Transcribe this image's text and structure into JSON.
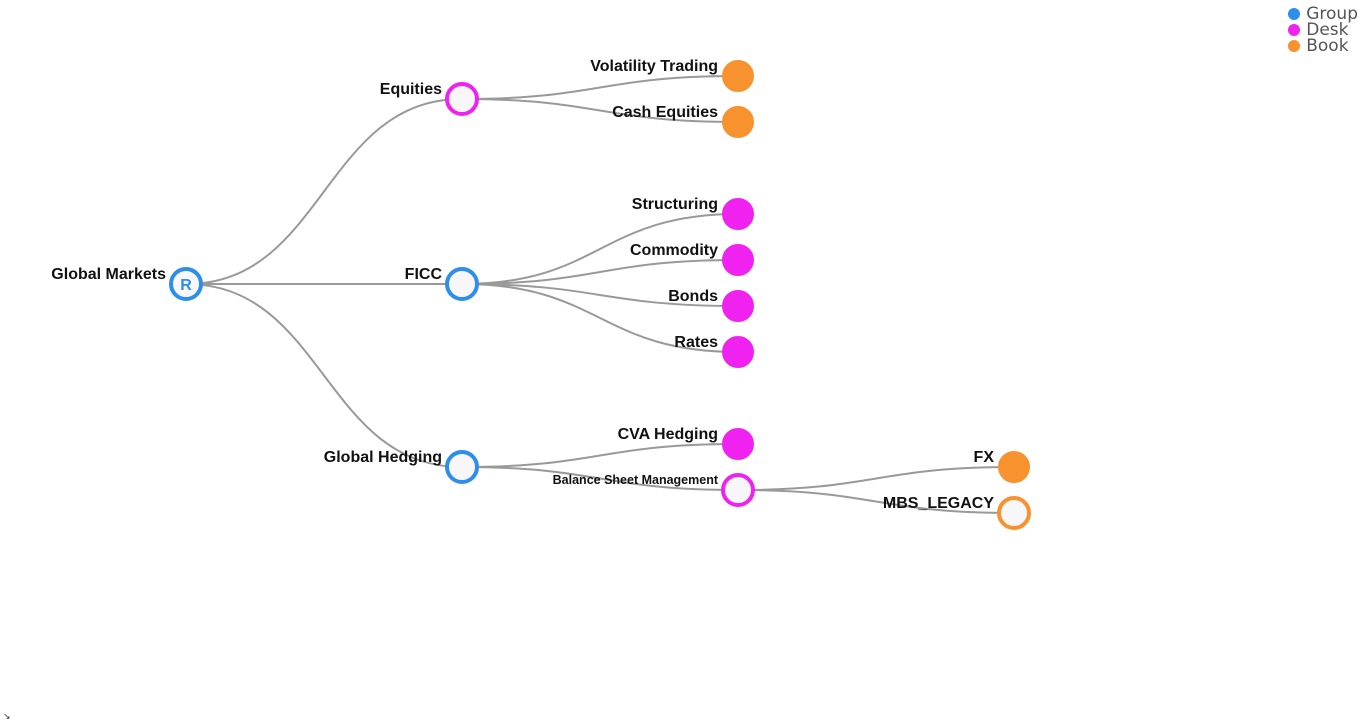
{
  "legend": [
    {
      "label": "Group",
      "type": "group"
    },
    {
      "label": "Desk",
      "type": "desk"
    },
    {
      "label": "Book",
      "type": "book"
    }
  ],
  "colors": {
    "group": "#2E8FEA",
    "desk": "#F022F0",
    "book": "#F7922E",
    "link": "#999999",
    "empty_fill": "#F7F7FA"
  },
  "tree": {
    "root": {
      "id": "global-markets",
      "label": "Global Markets",
      "type": "group",
      "filled": false,
      "marker": "R"
    },
    "nodes": [
      {
        "id": "equities",
        "label": "Equities",
        "type": "desk",
        "filled": false,
        "parent": "global-markets"
      },
      {
        "id": "ficc",
        "label": "FICC",
        "type": "group",
        "filled": false,
        "parent": "global-markets"
      },
      {
        "id": "global-hedging",
        "label": "Global Hedging",
        "type": "group",
        "filled": false,
        "parent": "global-markets"
      },
      {
        "id": "volatility-trading",
        "label": "Volatility Trading",
        "type": "book",
        "filled": true,
        "parent": "equities"
      },
      {
        "id": "cash-equities",
        "label": "Cash Equities",
        "type": "book",
        "filled": true,
        "parent": "equities"
      },
      {
        "id": "structuring",
        "label": "Structuring",
        "type": "desk",
        "filled": true,
        "parent": "ficc"
      },
      {
        "id": "commodity",
        "label": "Commodity",
        "type": "desk",
        "filled": true,
        "parent": "ficc"
      },
      {
        "id": "bonds",
        "label": "Bonds",
        "type": "desk",
        "filled": true,
        "parent": "ficc"
      },
      {
        "id": "rates",
        "label": "Rates",
        "type": "desk",
        "filled": true,
        "parent": "ficc"
      },
      {
        "id": "cva-hedging",
        "label": "CVA Hedging",
        "type": "desk",
        "filled": true,
        "parent": "global-hedging"
      },
      {
        "id": "balance-sheet-management",
        "label": "Balance Sheet Management",
        "type": "desk",
        "filled": false,
        "small_label": true,
        "parent": "global-hedging"
      },
      {
        "id": "fx",
        "label": "FX",
        "type": "book",
        "filled": true,
        "parent": "balance-sheet-management"
      },
      {
        "id": "mbs-legacy",
        "label": "MBS_LEGACY",
        "type": "book",
        "filled": false,
        "parent": "balance-sheet-management"
      }
    ]
  }
}
